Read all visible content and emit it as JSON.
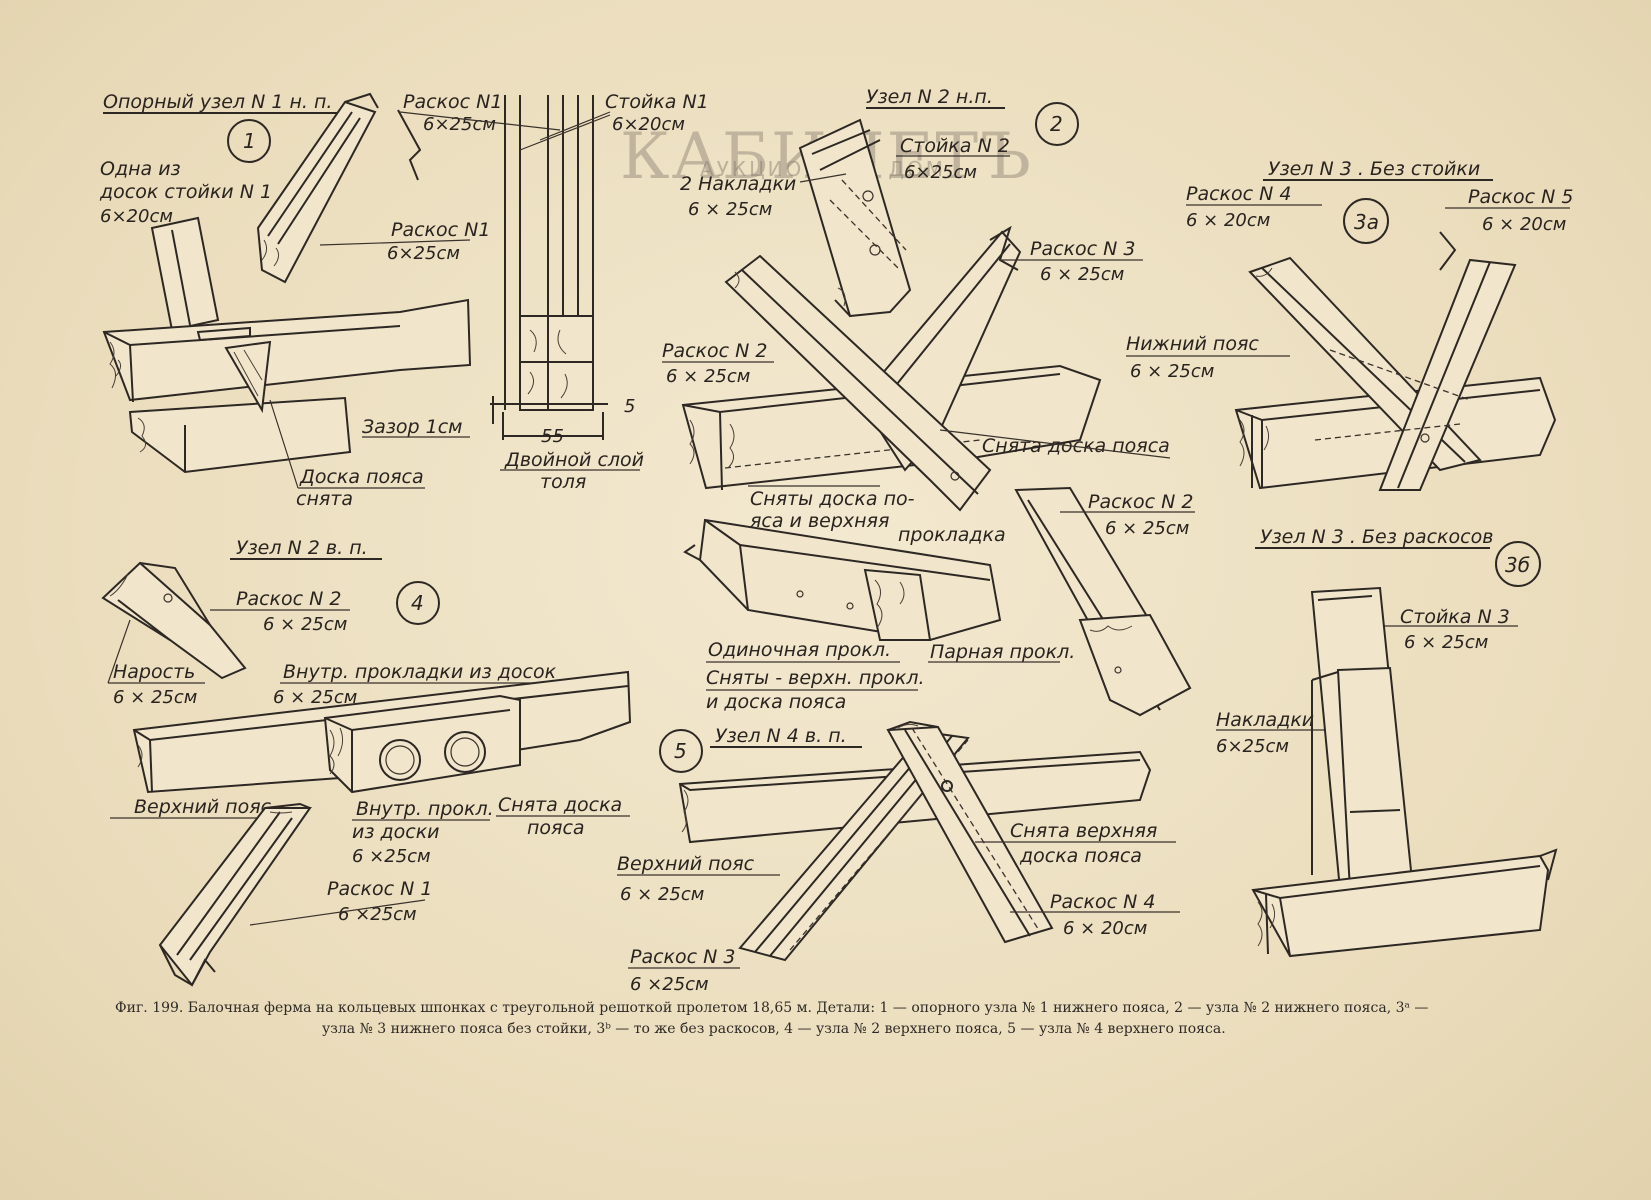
{
  "watermark": {
    "main": "КАБИНЕТЪ",
    "sub": "АУКЦИОННЫЙ ДОМ"
  },
  "details": [
    {
      "number": "1",
      "title": "Опорный узел N 1 н. п.",
      "labels": [
        "Одна из",
        "досок стойки N 1",
        "6×20см",
        "Раскос N1",
        "6×25см",
        "Раскос N1",
        "6×25см",
        "Стойка N1",
        "6×20см",
        "Зазор 1см",
        "55",
        "5",
        "Двойной слой",
        "толя",
        "Доска пояса",
        "снята"
      ]
    },
    {
      "number": "2",
      "title": "Узел N 2 н.п.",
      "labels": [
        "Стойка N 2",
        "6×25см",
        "2 Накладки",
        "6 × 25см",
        "Раскос N 3",
        "6 × 25см",
        "Раскос N 2",
        "6 × 25см",
        "Снята доска пояса",
        "Сняты доска по-",
        "яса и верхняя",
        "прокладка",
        "Раскос N 2",
        "6 × 25см",
        "Одиночная прокл.",
        "Парная прокл.",
        "Сняты - верхн. прокл.",
        "и доска пояса"
      ]
    },
    {
      "number": "3а",
      "title": "Узел N 3 . Без стойки",
      "labels": [
        "Раскос N 4",
        "6 × 20см",
        "Раскос N 5",
        "6 × 20см",
        "Нижний пояс",
        "6 × 25см"
      ]
    },
    {
      "number": "3б",
      "title": "Узел N 3 . Без раскосов",
      "labels": [
        "Стойка N 3",
        "6 × 25см",
        "Накладки",
        "6×25см"
      ]
    },
    {
      "number": "4",
      "title": "Узел N 2 в. п.",
      "labels": [
        "Раскос N 2",
        "6 × 25см",
        "Нарость",
        "6 × 25см",
        "Внутр. прокладки из досок",
        "6 × 25см",
        "Верхний пояс",
        "Внутр. прокл.",
        "из доски",
        "6 ×25см",
        "Снята доска",
        "пояса",
        "Раскос N 1",
        "6 ×25см"
      ]
    },
    {
      "number": "5",
      "title": "Узел N 4 в. п.",
      "labels": [
        "Верхний пояс",
        "6 × 25см",
        "Снята верхняя",
        "доска пояса",
        "Раскос N 4",
        "6 × 20см",
        "Раскос N 3",
        "6 ×25см"
      ]
    }
  ],
  "caption": {
    "line1": "Фиг. 199. Балочная ферма на кольцевых шпонках с треугольной решоткой пролетом 18,65 м. Детали: 1 — опорного узла № 1 нижнего пояса, 2 — узла № 2 нижнего пояса, 3ᵃ —",
    "line2": "узла № 3 нижнего пояса без стойки, 3ᵇ — то же без раскосов, 4 — узла № 2 верхнего пояса, 5 — узла № 4 верхнего пояса."
  }
}
